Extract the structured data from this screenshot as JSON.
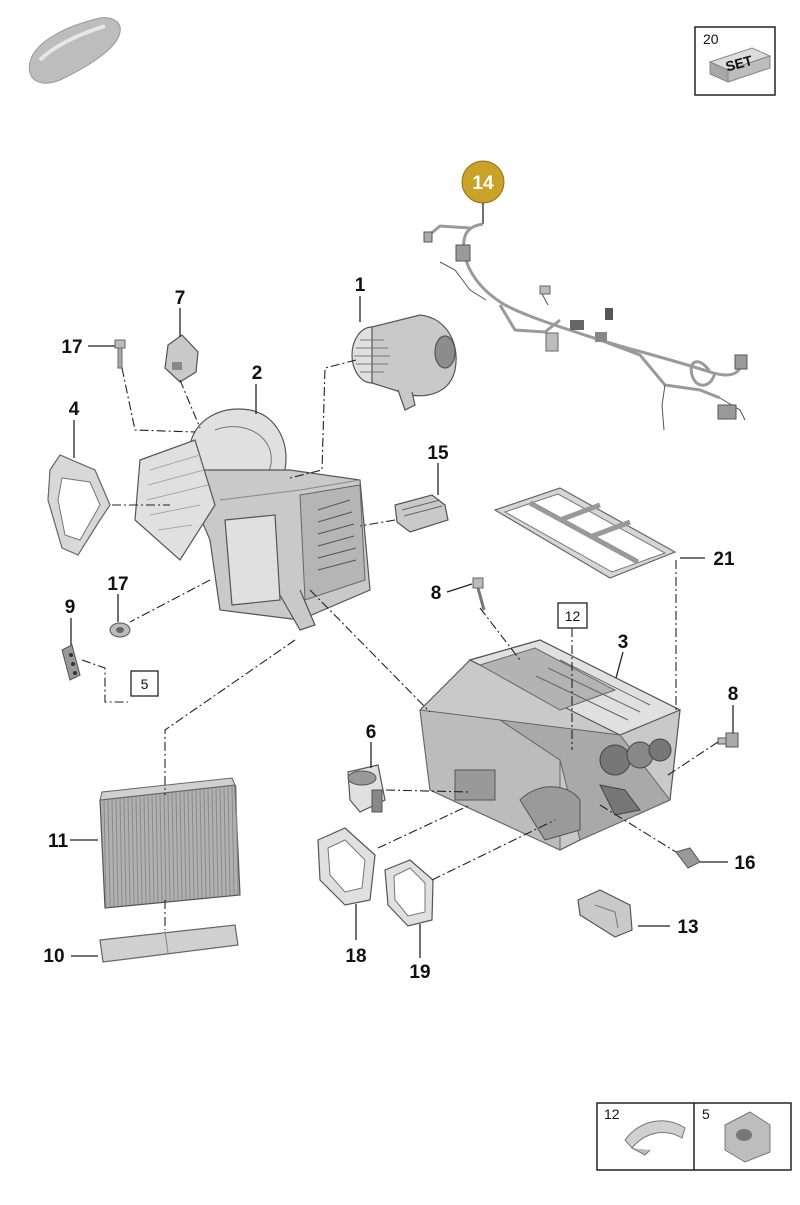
{
  "set_box": {
    "number": "20",
    "label": "SET"
  },
  "highlight_part": {
    "number": "14",
    "color": "#c9a227"
  },
  "callouts": [
    {
      "id": "p1",
      "number": "1"
    },
    {
      "id": "p2",
      "number": "2"
    },
    {
      "id": "p3",
      "number": "3"
    },
    {
      "id": "p4",
      "number": "4"
    },
    {
      "id": "p6",
      "number": "6"
    },
    {
      "id": "p7",
      "number": "7"
    },
    {
      "id": "p8a",
      "number": "8"
    },
    {
      "id": "p8b",
      "number": "8"
    },
    {
      "id": "p9",
      "number": "9"
    },
    {
      "id": "p10",
      "number": "10"
    },
    {
      "id": "p11",
      "number": "11"
    },
    {
      "id": "p13",
      "number": "13"
    },
    {
      "id": "p15",
      "number": "15"
    },
    {
      "id": "p16",
      "number": "16"
    },
    {
      "id": "p17a",
      "number": "17"
    },
    {
      "id": "p17b",
      "number": "17"
    },
    {
      "id": "p18",
      "number": "18"
    },
    {
      "id": "p19",
      "number": "19"
    },
    {
      "id": "p21",
      "number": "21"
    }
  ],
  "boxed_callouts": [
    {
      "id": "b5",
      "number": "5"
    },
    {
      "id": "b12",
      "number": "12"
    }
  ],
  "legend": [
    {
      "number": "12"
    },
    {
      "number": "5"
    }
  ]
}
